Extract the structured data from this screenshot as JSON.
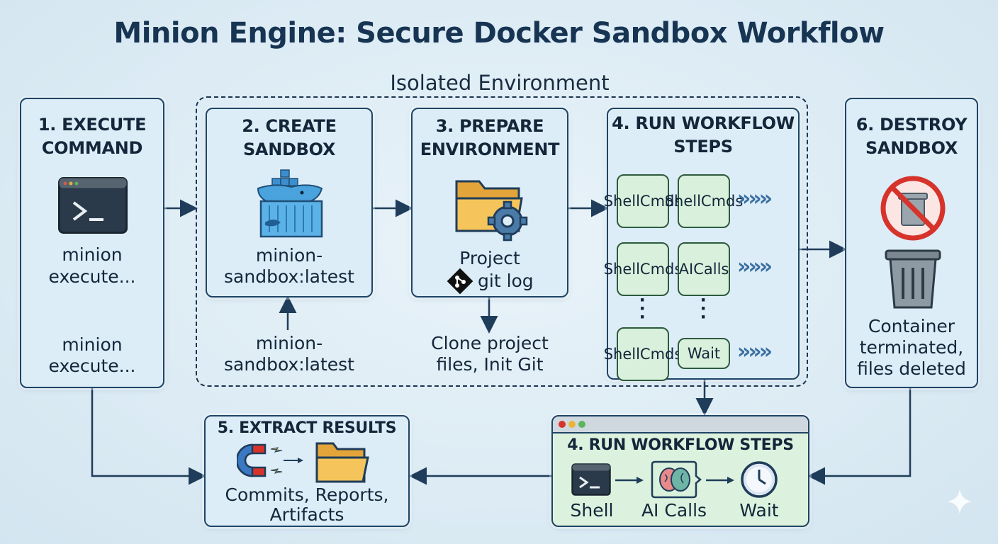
{
  "title": "Minion Engine: Secure Docker Sandbox Workflow",
  "isolated_label": "Isolated Environment",
  "step1": {
    "title_l1": "1. EXECUTE",
    "title_l2": "COMMAND",
    "cmd1_l1": "minion",
    "cmd1_l2": "execute...",
    "cmd2_l1": "minion",
    "cmd2_l2": "execute..."
  },
  "step2": {
    "title_l1": "2. CREATE",
    "title_l2": "SANDBOX",
    "image_l1": "minion-",
    "image_l2": "sandbox:latest",
    "below_l1": "minion-",
    "below_l2": "sandbox:latest"
  },
  "step3": {
    "title_l1": "3. PREPARE",
    "title_l2": "ENVIRONMENT",
    "label_project": "Project",
    "label_git": "git log",
    "below_l1": "Clone project",
    "below_l2": "files, Init Git"
  },
  "step4": {
    "title_l1": "4. RUN WORKFLOW",
    "title_l2": "STEPS",
    "rows": [
      [
        "Shell",
        "Cmds",
        "Shell",
        "Cmds"
      ],
      [
        "Shell",
        "Cmds",
        "AI",
        "Calls"
      ],
      [
        "Shell",
        "Cmds",
        "Wait",
        ""
      ]
    ],
    "chevrons": "»»»"
  },
  "step6": {
    "title_l1": "6. DESTROY",
    "title_l2": "SANDBOX",
    "desc_l1": "Container",
    "desc_l2": "terminated,",
    "desc_l3": "files deleted"
  },
  "step5": {
    "title": "5. EXTRACT RESULTS",
    "desc_l1": "Commits, Reports,",
    "desc_l2": "Artifacts"
  },
  "step4b": {
    "title": "4. RUN WORKFLOW STEPS",
    "shell": "Shell",
    "ai": "AI Calls",
    "wait": "Wait"
  },
  "icons": {
    "terminal": "terminal-icon",
    "docker": "docker-whale-icon",
    "folder_gear": "folder-gear-icon",
    "git": "git-icon",
    "no_trash": "no-trash-icon",
    "trash": "trash-can-icon",
    "magnet": "magnet-icon",
    "folder": "folder-icon",
    "brain": "brain-icon",
    "clock": "clock-icon"
  },
  "colors": {
    "box_blue": "#dcedf7",
    "box_green": "#d9f1dc",
    "stroke": "#1f4566",
    "accent_red": "#d6332b"
  }
}
